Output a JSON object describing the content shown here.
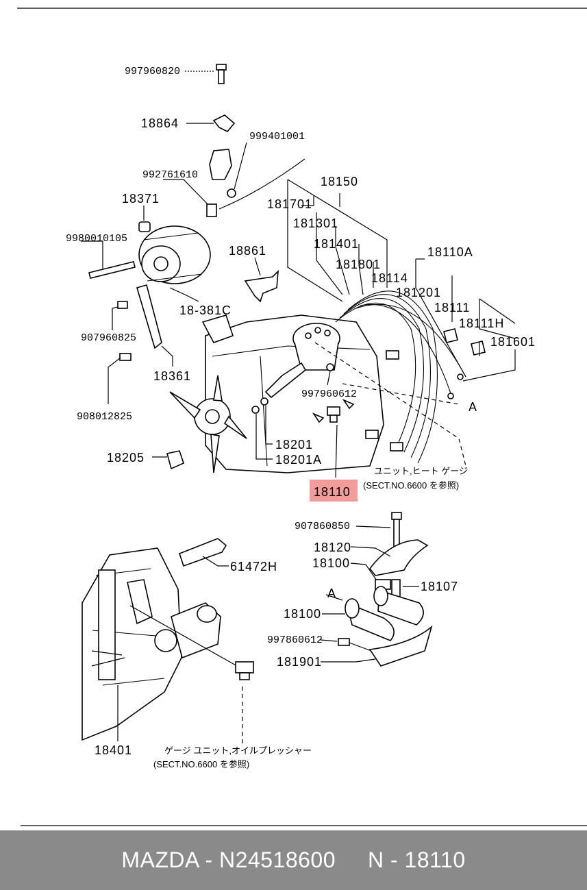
{
  "labels": {
    "p997960820": "997960820",
    "p18864": "18864",
    "p999401001": "999401001",
    "p992761610": "992761610",
    "p18150": "18150",
    "p18371": "18371",
    "p181701": "181701",
    "p181301": "181301",
    "p9980010105": "9980010105",
    "p181401": "181401",
    "p18861": "18861",
    "p181801": "181801",
    "p18110A": "18110A",
    "p18114": "18114",
    "p181201": "181201",
    "p18111": "18111",
    "p18381C": "18-381C",
    "p18111H": "18111H",
    "p907960825": "907960825",
    "p181601": "181601",
    "p18361": "18361",
    "p997960612": "997960612",
    "pA1": "A",
    "p908012825": "908012825",
    "p18201": "18201",
    "p18205": "18205",
    "p18201A": "18201A",
    "note1_line1": "ユニット,ヒート ゲージ",
    "note1_line2": "(SECT.NO.6600   を参照)",
    "p18110": "18110",
    "p907860850": "907860850",
    "p18120": "18120",
    "p61472H": "61472H",
    "p18100a": "18100",
    "p18107": "18107",
    "pA2": "A",
    "p18100b": "18100",
    "p997860612": "997860612",
    "p181901": "181901",
    "p18401": "18401",
    "note2_line1": "ゲージ ユニット,オイルプレッシャー",
    "note2_line2": "(SECT.NO.6600 を参照)"
  },
  "highlight_color": "#f29c9c",
  "footer": {
    "text": "MAZDA - N24518600     N - 18110"
  }
}
